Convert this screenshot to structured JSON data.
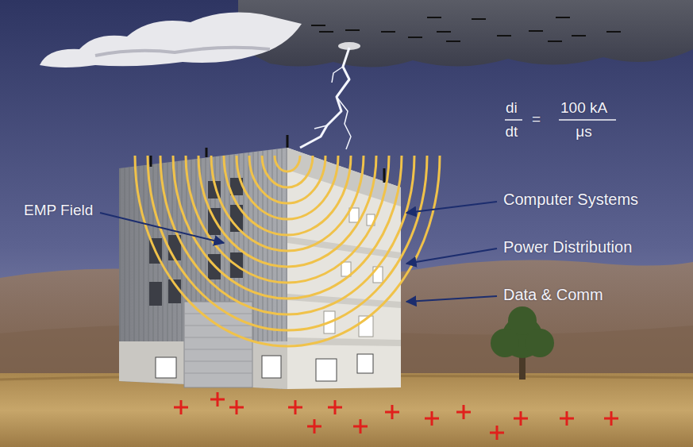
{
  "diagram": {
    "labels": [
      "EMP Field",
      "Computer Systems",
      "Power Distribution",
      "Data & Comm",
      "di",
      "dt",
      "=",
      "100 kA",
      "μs"
    ]
  }
}
